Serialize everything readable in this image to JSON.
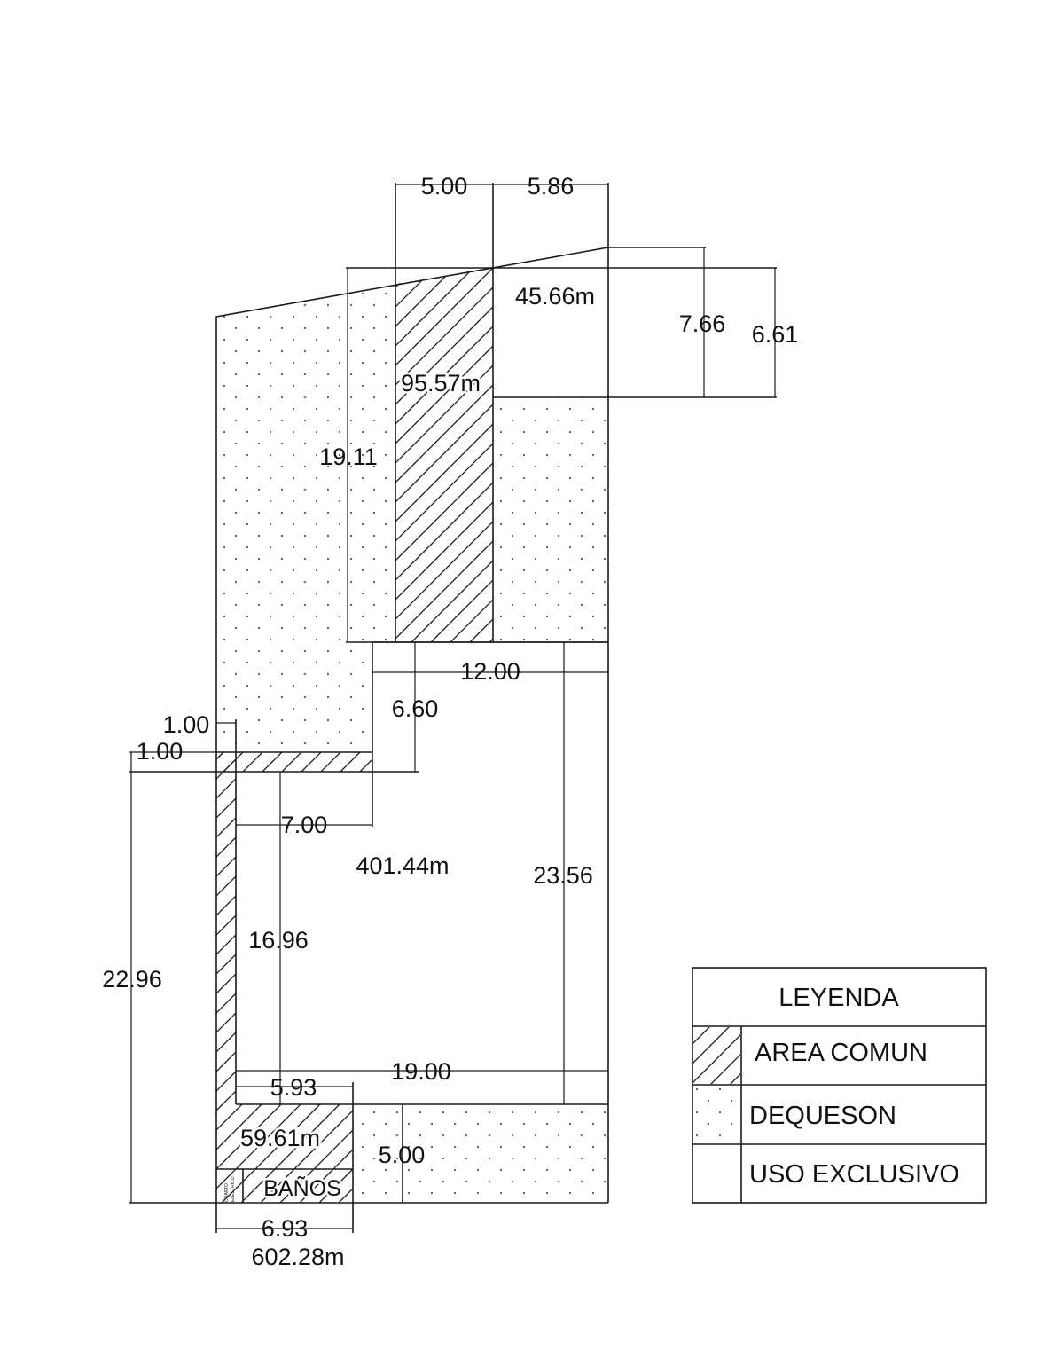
{
  "plan": {
    "areas": {
      "top_common": "95.57m",
      "top_exclusive": "45.66m",
      "main_exclusive": "401.44m",
      "bottom_common": "59.61m",
      "total": "602.28m"
    },
    "rooms": {
      "banos": "BAÑOS",
      "cuarto_electrico_line1": "CUARTO",
      "cuarto_electrico_line2": "ELECTRICO"
    },
    "dimensions": {
      "top_left_width": "5.00",
      "top_right_width": "5.86",
      "right_height_outer": "7.66",
      "right_height_inner": "6.61",
      "left_strip_height": "19.11",
      "middle_width": "12.00",
      "step_height": "6.60",
      "small_offset_1": "1.00",
      "small_offset_2": "1.00",
      "inner_width": "7.00",
      "right_height_main": "23.56",
      "left_height_inner": "16.96",
      "left_height_total": "22.96",
      "bottom_width": "19.00",
      "bottom_small_width": "5.93",
      "bottom_strip_height": "5.00",
      "bottom_total_width": "6.93"
    }
  },
  "legend": {
    "title": "LEYENDA",
    "items": [
      {
        "pattern": "hatch",
        "label": "AREA COMUN"
      },
      {
        "pattern": "dots",
        "label": "DEQUESON"
      },
      {
        "pattern": "blank",
        "label": "USO EXCLUSIVO"
      }
    ]
  }
}
